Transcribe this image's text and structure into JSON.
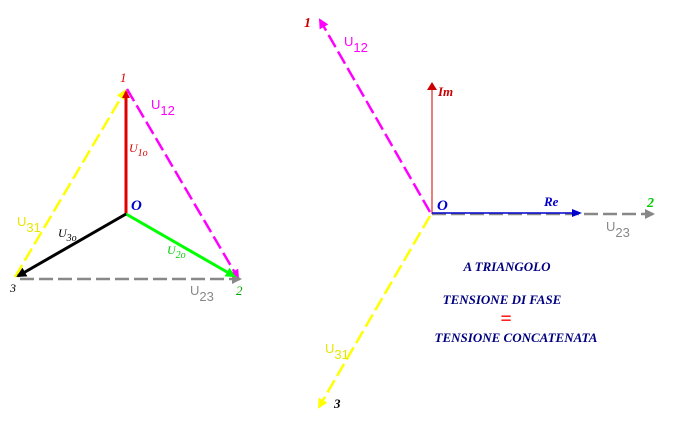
{
  "colors": {
    "red": "#e00000",
    "magenta": "#ff00ff",
    "yellow": "#ffff00",
    "black": "#000000",
    "green": "#00ff00",
    "gray": "#888888",
    "blue": "#0000cc",
    "dark_red": "#cc0000",
    "dark_green": "#00aa00",
    "navy": "#000080"
  },
  "left": {
    "vertex_1": "1",
    "vertex_2": "2",
    "vertex_3": "3",
    "origin": "O",
    "u12_base": "U",
    "u12_sub": "12",
    "u31_base": "U",
    "u31_sub": "31",
    "u23_base": "U",
    "u23_sub": "23",
    "u1o_base": "U",
    "u1o_sub": "1o",
    "u2o_base": "U",
    "u2o_sub": "2o",
    "u3o_base": "U",
    "u3o_sub": "3o"
  },
  "right": {
    "vertex_1": "1",
    "vertex_2": "2",
    "vertex_3": "3",
    "origin": "O",
    "im": "Im",
    "re": "Re",
    "u12_base": "U",
    "u12_sub": "12",
    "u23_base": "U",
    "u23_sub": "23",
    "u31_base": "U",
    "u31_sub": "31"
  },
  "text": {
    "line1": "A TRIANGOLO",
    "line2": "TENSIONE DI FASE",
    "equals": "=",
    "line3": "TENSIONE CONCATENATA"
  }
}
